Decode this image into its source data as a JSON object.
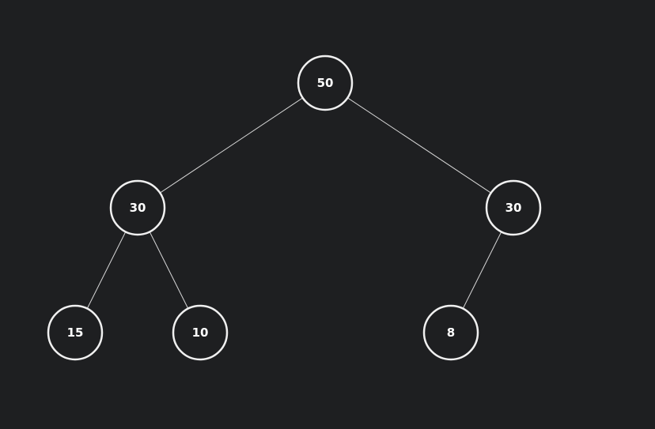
{
  "colors": {
    "background": "#1e1f21",
    "node_stroke": "#f0f0f0",
    "edge": "#d8d8d8",
    "node_fill": "#1e1f21"
  },
  "tree": {
    "nodes": [
      {
        "id": "n0",
        "label": "50"
      },
      {
        "id": "n1",
        "label": "30"
      },
      {
        "id": "n2",
        "label": "30"
      },
      {
        "id": "n3",
        "label": "15"
      },
      {
        "id": "n4",
        "label": "10"
      },
      {
        "id": "n5",
        "label": "8"
      }
    ],
    "edges": [
      [
        "n0",
        "n1"
      ],
      [
        "n0",
        "n2"
      ],
      [
        "n1",
        "n3"
      ],
      [
        "n1",
        "n4"
      ],
      [
        "n2",
        "n5"
      ]
    ]
  }
}
